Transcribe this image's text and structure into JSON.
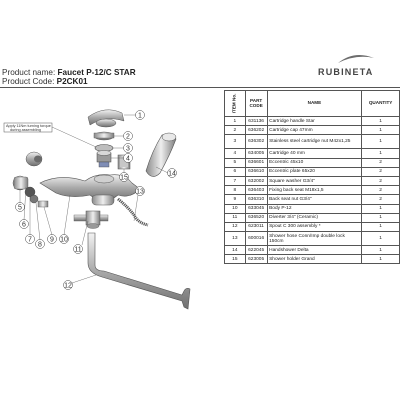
{
  "product": {
    "name_label": "Product name:",
    "name_value": "Faucet P-12/C STAR",
    "code_label": "Product Code:",
    "code_value": "P2CK01"
  },
  "brand": {
    "name": "RUBINETA",
    "accent": "#7a7a7a"
  },
  "drawing": {
    "note_line1": "Apply 11Nm turning torque",
    "note_line2": "during assembling",
    "callouts": [
      "1",
      "2",
      "3",
      "4",
      "5",
      "6",
      "7",
      "8",
      "9",
      "10",
      "11",
      "12",
      "13",
      "14",
      "15"
    ]
  },
  "table": {
    "headers": {
      "item": "ITEM No.",
      "part": "PART CODE",
      "name": "NAME",
      "qty": "QUANTITY"
    },
    "rows": [
      {
        "item": "1",
        "code": "631136",
        "name": "Cartridge handle Star",
        "qty": "1"
      },
      {
        "item": "2",
        "code": "636202",
        "name": "Cartridge cap 47mm",
        "qty": "1"
      },
      {
        "item": "3",
        "code": "636302",
        "name": "Stainless steel cartridge nut  M42x1,25",
        "qty": "1"
      },
      {
        "item": "4",
        "code": "634005",
        "name": "Cartridge 40 mm",
        "qty": "1"
      },
      {
        "item": "5",
        "code": "636601",
        "name": "Eccentric 45x10",
        "qty": "2"
      },
      {
        "item": "6",
        "code": "636610",
        "name": "Eccentric plate 65x20",
        "qty": "2"
      },
      {
        "item": "7",
        "code": "632002",
        "name": "Square washer G3/4\"",
        "qty": "2"
      },
      {
        "item": "8",
        "code": "636403",
        "name": "Fixing back seat M18x1,5",
        "qty": "2"
      },
      {
        "item": "9",
        "code": "636310",
        "name": "Back seat nut G3/4\"",
        "qty": "2"
      },
      {
        "item": "10",
        "code": "633045",
        "name": "Body P-12",
        "qty": "1"
      },
      {
        "item": "11",
        "code": "636520",
        "name": "Diverter 3/4\" (Ceramic)",
        "qty": "1"
      },
      {
        "item": "12",
        "code": "623011",
        "name": "Spout C 300 assembly *",
        "qty": "1"
      },
      {
        "item": "13",
        "code": "600016",
        "name": "Shower hose Conn/Imp double lock 150cm",
        "qty": "1"
      },
      {
        "item": "14",
        "code": "622045",
        "name": "Handshower Delta",
        "qty": "1"
      },
      {
        "item": "15",
        "code": "623005",
        "name": "Shower holder Grand",
        "qty": "1"
      }
    ]
  }
}
